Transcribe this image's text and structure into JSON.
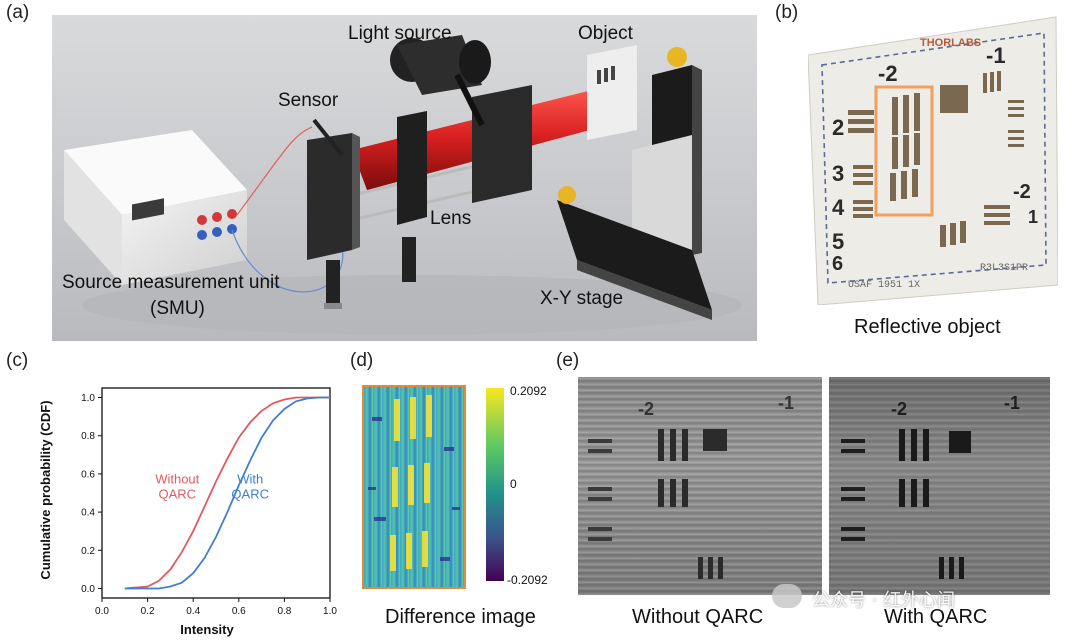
{
  "panels": {
    "a": {
      "letter": "(a)",
      "labels": {
        "light_source": "Light source",
        "object": "Object",
        "sensor": "Sensor",
        "lens": "Lens",
        "smu_line1": "Source measurement unit",
        "smu_line2": "(SMU)",
        "xy_stage": "X-Y stage"
      }
    },
    "b": {
      "letter": "(b)",
      "caption": "Reflective object",
      "target_text": {
        "brand": "THORLABS",
        "bottom_left": "USAF 1951 1X",
        "bottom_right": "R3L3S1PR",
        "group_neg2": "-2",
        "group_neg1": "-1",
        "element_2": "2",
        "element_3": "3",
        "element_4": "4",
        "element_5": "5",
        "element_6": "6",
        "right_neg2": "-2",
        "right_1": "1"
      }
    },
    "c": {
      "letter": "(c)"
    },
    "d": {
      "letter": "(d)",
      "caption": "Difference image",
      "colorbar": {
        "max": "0.2092",
        "mid": "0",
        "min": "-0.2092"
      }
    },
    "e": {
      "letter": "(e)",
      "caption_left": "Without QARC",
      "caption_right": "With QARC",
      "watermark": "公众号 · 红外心闻"
    }
  },
  "colors": {
    "without_qarc": "#e05a5f",
    "with_qarc": "#3f7fd0",
    "highlight_box": "#f0a060"
  },
  "chart_data": {
    "type": "line",
    "title": "",
    "xlabel": "Intensity",
    "ylabel": "Cumulative probability (CDF)",
    "xlim": [
      0.0,
      1.0
    ],
    "ylim": [
      -0.05,
      1.05
    ],
    "xticks": [
      "0.0",
      "0.2",
      "0.4",
      "0.6",
      "0.8",
      "1.0"
    ],
    "yticks": [
      "0.0",
      "0.2",
      "0.4",
      "0.6",
      "0.8",
      "1.0"
    ],
    "series": [
      {
        "name": "Without QARC",
        "label_lines": [
          "Without",
          "QARC"
        ],
        "color": "#e05a5f",
        "x": [
          0.1,
          0.2,
          0.25,
          0.3,
          0.35,
          0.4,
          0.45,
          0.5,
          0.55,
          0.6,
          0.65,
          0.7,
          0.75,
          0.8,
          0.85,
          0.9,
          0.95,
          1.0
        ],
        "y": [
          0.0,
          0.01,
          0.04,
          0.1,
          0.19,
          0.3,
          0.43,
          0.56,
          0.68,
          0.79,
          0.87,
          0.93,
          0.97,
          0.99,
          1.0,
          1.0,
          1.0,
          1.0
        ]
      },
      {
        "name": "With QARC",
        "label_lines": [
          "With",
          "QARC"
        ],
        "color": "#3f7fd0",
        "x": [
          0.1,
          0.2,
          0.25,
          0.3,
          0.35,
          0.4,
          0.45,
          0.5,
          0.55,
          0.6,
          0.65,
          0.7,
          0.75,
          0.8,
          0.85,
          0.9,
          0.95,
          1.0
        ],
        "y": [
          0.0,
          0.0,
          0.0,
          0.01,
          0.03,
          0.08,
          0.16,
          0.27,
          0.4,
          0.54,
          0.67,
          0.79,
          0.88,
          0.94,
          0.98,
          0.995,
          1.0,
          1.0
        ]
      }
    ],
    "grid": false,
    "legend": "inline-labels"
  }
}
